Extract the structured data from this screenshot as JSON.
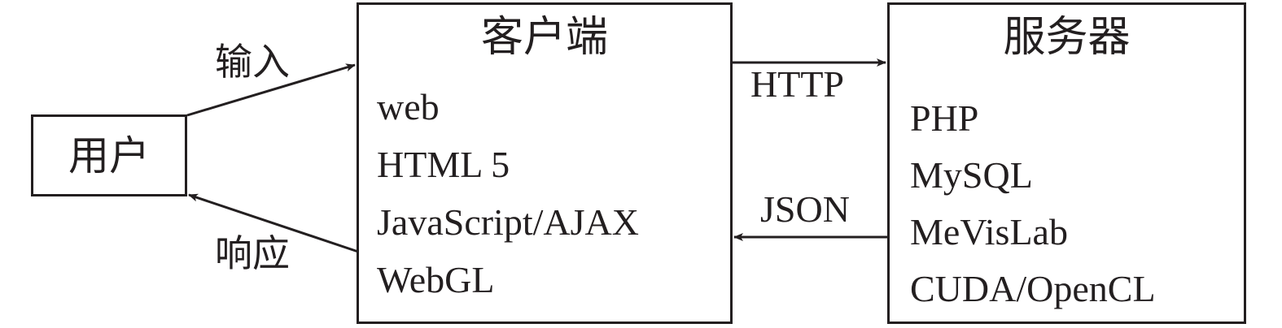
{
  "user": {
    "label": "用户"
  },
  "client": {
    "title": "客户端",
    "items": [
      "web",
      "HTML 5",
      "JavaScript/AJAX",
      "WebGL"
    ]
  },
  "server": {
    "title": "服务器",
    "items": [
      "PHP",
      "MySQL",
      "MeVisLab",
      "CUDA/OpenCL"
    ]
  },
  "edges": {
    "input": "输入",
    "response": "响应",
    "http": "HTTP",
    "json": "JSON"
  },
  "colors": {
    "stroke": "#231f20",
    "background": "#ffffff"
  }
}
